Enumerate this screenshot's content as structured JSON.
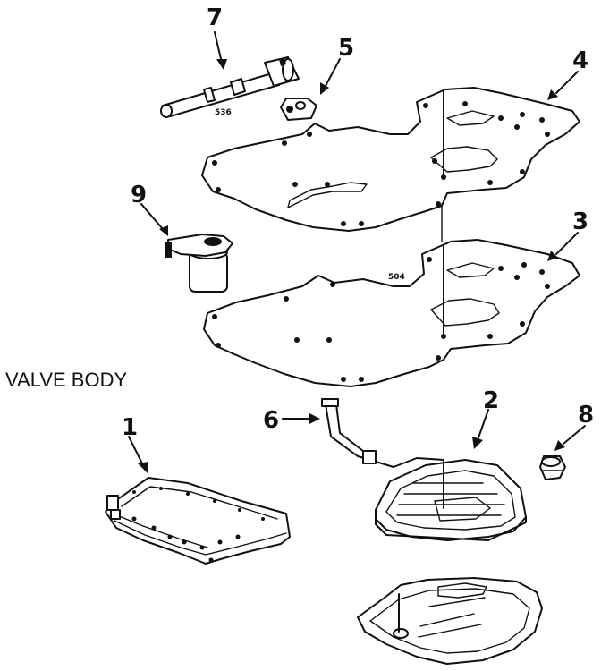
{
  "diagram": {
    "title": "VALVE BODY",
    "callouts": [
      {
        "id": "1",
        "label": "1"
      },
      {
        "id": "2",
        "label": "2"
      },
      {
        "id": "3",
        "label": "3"
      },
      {
        "id": "4",
        "label": "4"
      },
      {
        "id": "5",
        "label": "5"
      },
      {
        "id": "6",
        "label": "6"
      },
      {
        "id": "7",
        "label": "7"
      },
      {
        "id": "8",
        "label": "8"
      },
      {
        "id": "9",
        "label": "9"
      }
    ],
    "part_codes": {
      "solenoid": "536",
      "plate": "504"
    }
  }
}
